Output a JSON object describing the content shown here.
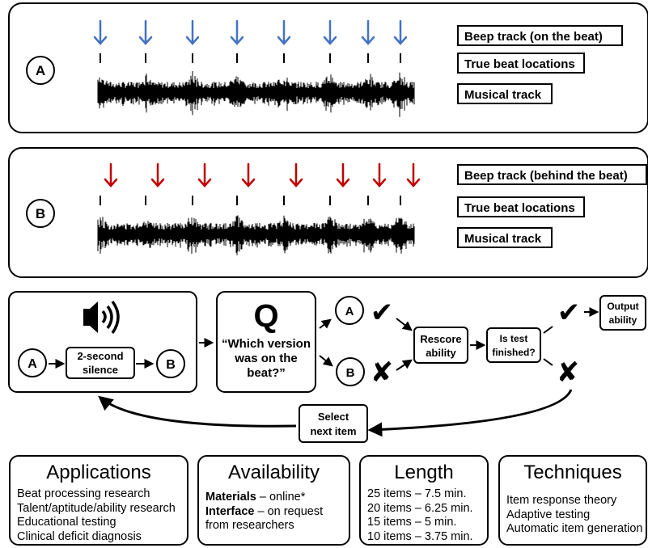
{
  "panel_a": {
    "circle": "A",
    "beep_label": "Beep track (on the beat)",
    "true_beat_label": "True beat locations",
    "musical_label": "Musical track",
    "arrow_color": "#4472c4"
  },
  "panel_b": {
    "circle": "B",
    "beep_label": "Beep track (behind the beat)",
    "true_beat_label": "True beat locations",
    "musical_label": "Musical track",
    "arrow_color": "#c00000"
  },
  "flow": {
    "speaker_icon": "speaker-icon",
    "circle_a": "A",
    "silence_line1": "2-second",
    "silence_line2": "silence",
    "circle_b": "B",
    "q_letter": "Q",
    "question_line1": "“Which version",
    "question_line2": "was on the",
    "question_line3": "beat?”",
    "answer_a": "A",
    "answer_b": "B",
    "check_glyph": "✔",
    "cross_glyph": "✘",
    "rescore_line1": "Rescore",
    "rescore_line2": "ability",
    "finished_line1": "Is test",
    "finished_line2": "finished?",
    "output_line1": "Output",
    "output_line2": "ability",
    "select_line1": "Select",
    "select_line2": "next item"
  },
  "applications": {
    "title": "Applications",
    "items": [
      "Beat processing research",
      "Talent/aptitude/ability research",
      "Educational testing",
      "Clinical deficit diagnosis"
    ]
  },
  "availability": {
    "title": "Availability",
    "materials_label": "Materials",
    "materials_text": " – online*",
    "interface_label": "Interface",
    "interface_text": " – on request",
    "interface_text2": "from researchers"
  },
  "length": {
    "title": "Length",
    "items": [
      "25 items – 7.5 min.",
      "20 items – 6.25 min.",
      "15 items – 5 min.",
      "10 items – 3.75 min."
    ]
  },
  "techniques": {
    "title": "Techniques",
    "items": [
      "Item response theory",
      "Adaptive testing",
      "Automatic item generation"
    ]
  }
}
